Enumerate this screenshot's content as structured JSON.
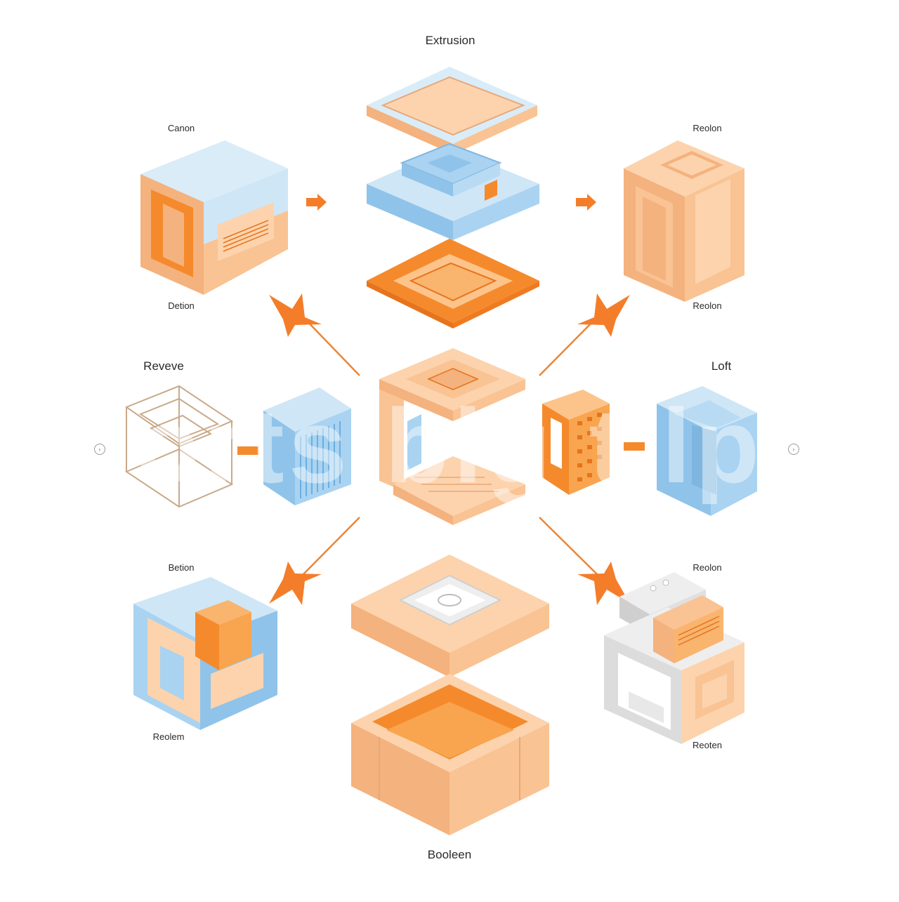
{
  "labels": {
    "top": "Extrusion",
    "top_left": "Canon",
    "top_left_bottom": "Detion",
    "top_right": "Reolon",
    "top_right_bottom": "Reolon",
    "mid_left": "Reveve",
    "mid_right": "Loft",
    "bottom_left_top": "Betion",
    "bottom_left_bottom": "Reolem",
    "bottom_right_top": "Reolon",
    "bottom_right_bottom": "Reoten",
    "bottom": "Booleen"
  },
  "watermark_text": "orts blg t lp",
  "nav": {
    "prev_icon": "‹",
    "next_icon": "›"
  },
  "colors": {
    "peach_top": "#fcd3ad",
    "peach_left": "#f4b27e",
    "peach_right": "#f9c393",
    "orange": "#f58a2c",
    "orange_dark": "#e6741c",
    "blue_top": "#cfe6f6",
    "blue_left": "#8fc3ea",
    "blue_right": "#a9d3f1",
    "gray_top": "#eeeeee",
    "gray_side": "#cfcfcf",
    "arrow": "#f47d2a",
    "connector": "#e8873a"
  }
}
